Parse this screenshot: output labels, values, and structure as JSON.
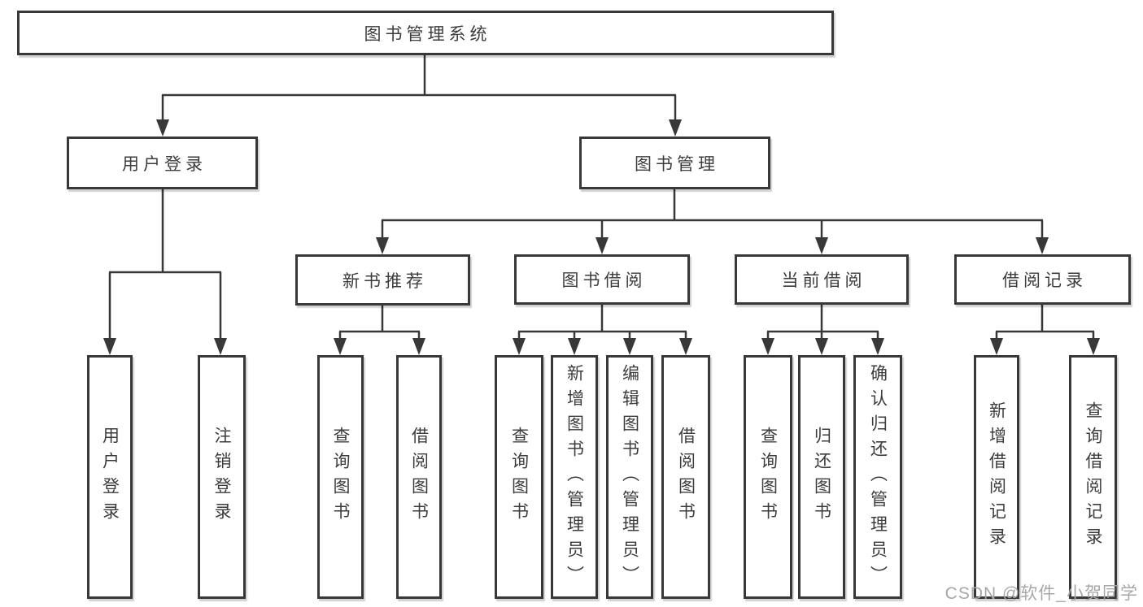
{
  "nodes": {
    "root": "图书管理系统",
    "user_login": "用户登录",
    "book_mgmt": "图书管理",
    "new_book_rec": "新书推荐",
    "book_borrow": "图书借阅",
    "current_borrow": "当前借阅",
    "borrow_records": "借阅记录"
  },
  "leaves": {
    "ul_login": "用户登录",
    "ul_logout": "注销登录",
    "nbr_query": "查询图书",
    "nbr_borrow": "借阅图书",
    "bb_query": "查询图书",
    "bb_add": "新增图书（管理员）",
    "bb_edit": "编辑图书（管理员）",
    "bb_borrow": "借阅图书",
    "cb_query": "查询图书",
    "cb_return": "归还图书",
    "cb_confirm": "确认归还（管理员）",
    "br_add": "新增借阅记录",
    "br_query": "查询借阅记录"
  },
  "watermark": "CSDN @软件_小贺同学",
  "colors": {
    "line": "#383838",
    "text": "#3c3c3c",
    "watermark": "#a7a7a7",
    "background": "#ffffff"
  }
}
